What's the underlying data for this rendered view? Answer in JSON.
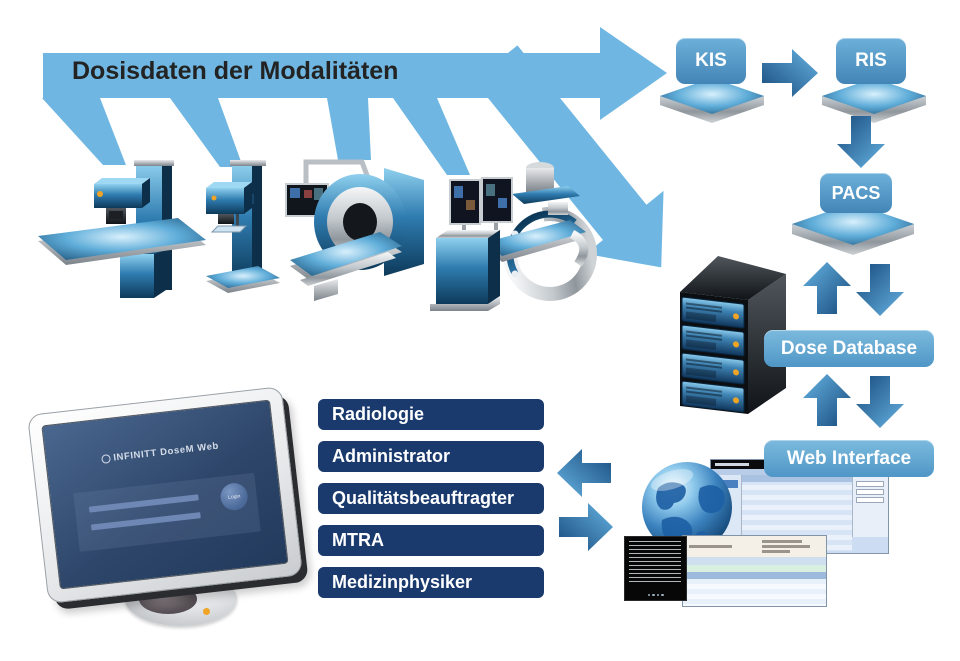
{
  "banner": {
    "title": "Dosisdaten der Modalitäten"
  },
  "modalities": [
    "xray-table-icon",
    "mammography-icon",
    "ct-scanner-icon",
    "angiography-c-arm-icon"
  ],
  "nodes": {
    "kis": "KIS",
    "ris": "RIS",
    "pacs": "PACS",
    "dose_database": "Dose Database",
    "web_interface": "Web Interface"
  },
  "roles": [
    "Radiologie",
    "Administrator",
    "Qualitätsbeauftragter",
    "MTRA",
    "Medizinphysiker"
  ],
  "monitor": {
    "app_title": "INFINITT DoseM Web",
    "login_button": "Login"
  },
  "colors": {
    "banner_blue": "#6fb7e2",
    "node_blue": "#4e94c6",
    "label_blue": "#5ba3d3",
    "navy": "#1a3a6e",
    "arrow_dark": "#174a7c",
    "arrow_light": "#66b3e2",
    "led_orange": "#f0a426"
  }
}
